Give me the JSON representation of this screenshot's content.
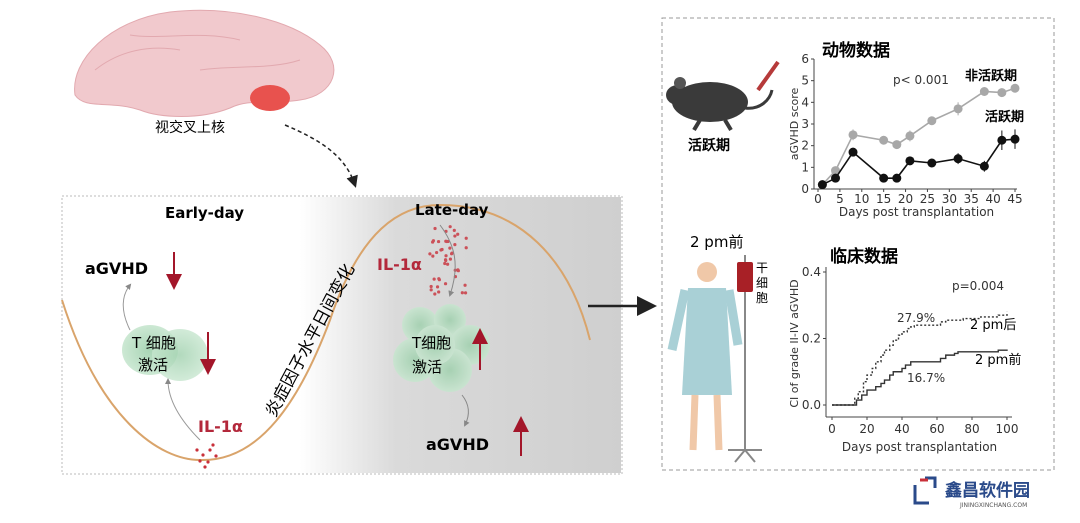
{
  "brain": {
    "label": "视交叉上核"
  },
  "mechanism": {
    "early_label": "Early-day",
    "late_label": "Late-day",
    "curve_label": "炎症因子水平日间变化",
    "early": {
      "agvhd": "aGVHD",
      "tcell_line1": "T 细胞",
      "tcell_line2": "激活",
      "il": "IL-1α"
    },
    "late": {
      "agvhd": "aGVHD",
      "tcell_line1": "T细胞",
      "tcell_line2": "激活",
      "il": "IL-1α"
    }
  },
  "animal": {
    "mouse_label": "活跃期"
  },
  "clinical": {
    "time_label": "2 pm前",
    "bag_label": [
      "干",
      "细",
      "胞"
    ]
  },
  "chart_data": [
    {
      "type": "line",
      "title": "动物数据",
      "xlabel": "Days post transplantation",
      "ylabel": "aGVHD score",
      "xlim": [
        0,
        45
      ],
      "ylim": [
        0,
        6
      ],
      "xticks": [
        0,
        5,
        10,
        15,
        20,
        25,
        30,
        35,
        40,
        45
      ],
      "yticks": [
        0,
        1,
        2,
        3,
        4,
        5,
        6
      ],
      "annotation": "p< 0.001",
      "series": [
        {
          "name": "非活跃期",
          "color": "#a8a8a8",
          "x": [
            1,
            4,
            8,
            15,
            18,
            21,
            26,
            32,
            38,
            42,
            45
          ],
          "y": [
            0.2,
            0.85,
            2.5,
            2.25,
            2.05,
            2.45,
            3.15,
            3.7,
            4.5,
            4.45,
            4.65
          ],
          "err": [
            0.1,
            0.1,
            0.25,
            0.15,
            0.1,
            0.25,
            0.15,
            0.3,
            0.15,
            0.2,
            0.1
          ]
        },
        {
          "name": "活跃期",
          "color": "#111111",
          "x": [
            1,
            4,
            8,
            15,
            18,
            21,
            26,
            32,
            38,
            42,
            45
          ],
          "y": [
            0.2,
            0.5,
            1.7,
            0.5,
            0.5,
            1.3,
            1.2,
            1.4,
            1.05,
            2.25,
            2.3
          ],
          "err": [
            0.05,
            0.05,
            0.2,
            0.05,
            0.05,
            0.1,
            0.15,
            0.25,
            0.25,
            0.45,
            0.45
          ]
        }
      ]
    },
    {
      "type": "line",
      "title": "临床数据",
      "xlabel": "Days post transplantation",
      "ylabel": "CI of grade II-IV aGVHD",
      "xlim": [
        0,
        100
      ],
      "ylim": [
        0,
        0.4
      ],
      "xticks": [
        0,
        20,
        40,
        60,
        80,
        100
      ],
      "yticks": [
        "0.0",
        "0.2",
        "0.4"
      ],
      "annotation": "p=0.004",
      "series": [
        {
          "name": "2 pm后",
          "style": "dashed",
          "end_label": "27.9%",
          "x": [
            0,
            11,
            13,
            15,
            18,
            20,
            23,
            25,
            28,
            30,
            33,
            35,
            38,
            40,
            43,
            45,
            47,
            60,
            62,
            65,
            75,
            85,
            95,
            100
          ],
          "y": [
            0,
            0,
            0.02,
            0.04,
            0.07,
            0.09,
            0.11,
            0.13,
            0.15,
            0.165,
            0.18,
            0.195,
            0.21,
            0.22,
            0.23,
            0.235,
            0.24,
            0.24,
            0.25,
            0.255,
            0.26,
            0.265,
            0.27,
            0.28
          ]
        },
        {
          "name": "2 pm前",
          "style": "solid",
          "end_label": "16.7%",
          "x": [
            0,
            12,
            14,
            17,
            20,
            25,
            28,
            30,
            33,
            35,
            40,
            42,
            45,
            60,
            62,
            65,
            70,
            72,
            95,
            100
          ],
          "y": [
            0,
            0,
            0.015,
            0.03,
            0.045,
            0.055,
            0.065,
            0.075,
            0.09,
            0.1,
            0.11,
            0.12,
            0.13,
            0.13,
            0.14,
            0.15,
            0.155,
            0.16,
            0.165,
            0.167
          ]
        }
      ]
    }
  ],
  "watermark": {
    "name": "鑫昌软件园",
    "url": "JININGXINCHANG.COM"
  }
}
